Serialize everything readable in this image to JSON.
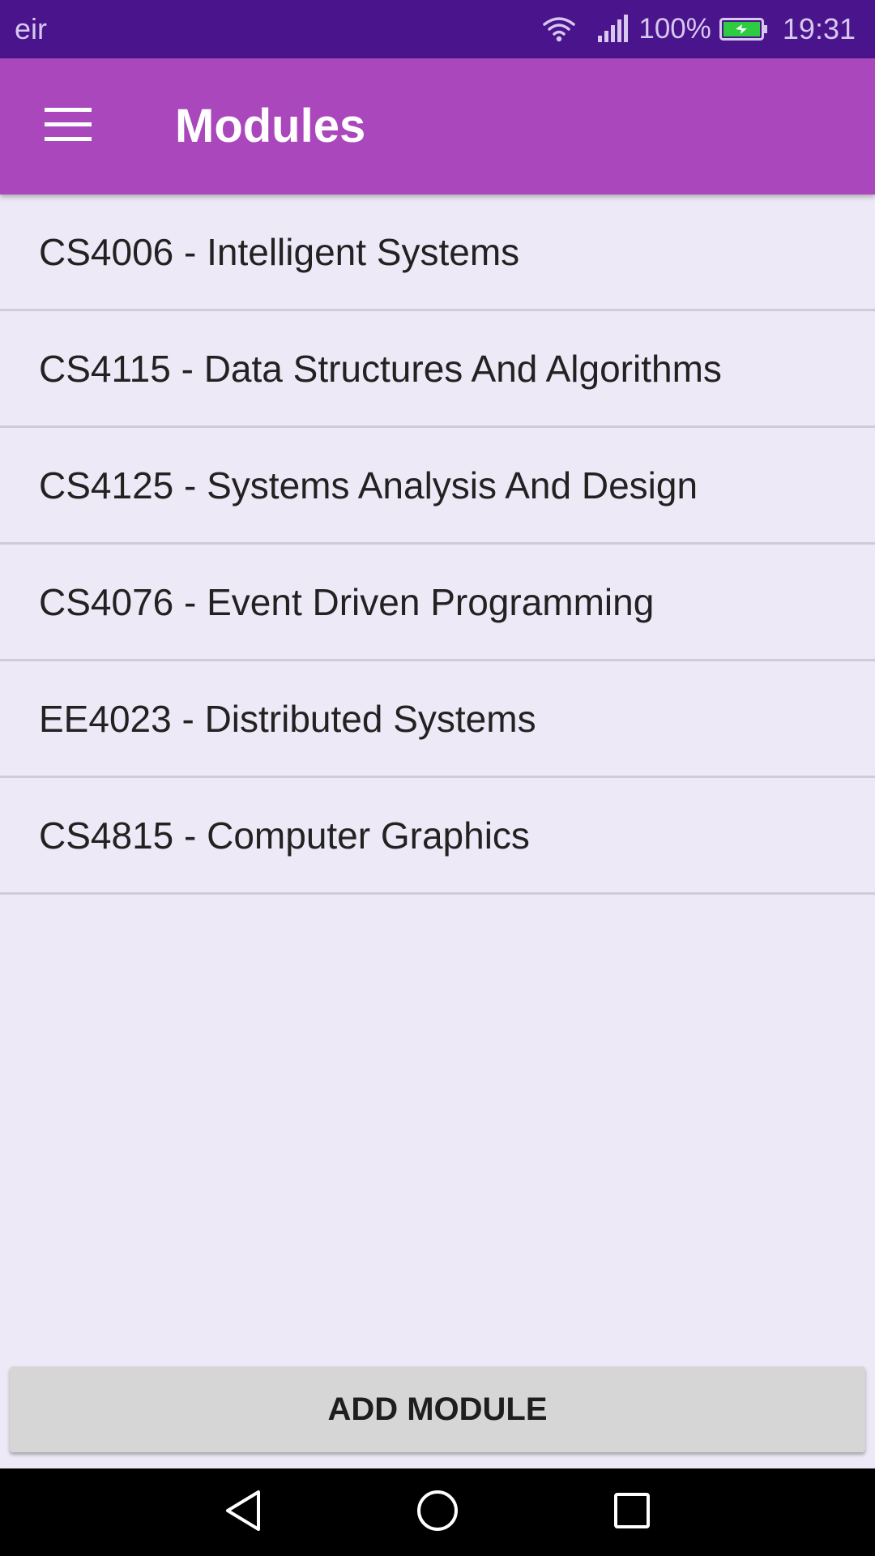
{
  "status_bar": {
    "carrier": "eir",
    "battery_percent": "100%",
    "time": "19:31",
    "icons": [
      "wifi-icon",
      "signal-icon",
      "battery-charging-icon"
    ]
  },
  "app_bar": {
    "menu_icon": "hamburger-menu-icon",
    "title": "Modules",
    "background": "#ab47bc"
  },
  "modules": [
    {
      "label": "CS4006 - Intelligent Systems"
    },
    {
      "label": "CS4115 - Data Structures And Algorithms"
    },
    {
      "label": "CS4125 - Systems Analysis And Design"
    },
    {
      "label": "CS4076 - Event Driven Programming"
    },
    {
      "label": "EE4023 - Distributed Systems"
    },
    {
      "label": "CS4815 - Computer Graphics"
    }
  ],
  "add_button": {
    "label": "ADD MODULE"
  },
  "nav_bar": {
    "icons": [
      "back-icon",
      "home-icon",
      "recents-icon"
    ]
  },
  "colors": {
    "status_bar": "#4a148c",
    "app_bar": "#ab47bc",
    "background": "#ede9f6",
    "button": "#d6d6d6"
  }
}
